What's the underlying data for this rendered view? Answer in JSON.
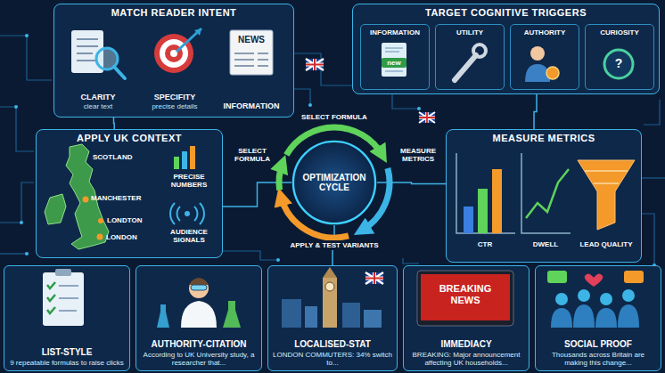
{
  "diagram": {
    "nodes": [
      {
        "text": [
          "MATCH READER INTENT"
        ]
      },
      {
        "text": [
          "CLARITY",
          "clear text"
        ],
        "in": 0
      },
      {
        "text": [
          "SPECIFITY",
          "precise details"
        ],
        "in": 0
      },
      {
        "text": [
          "INFORMATION"
        ],
        "in": 0
      },
      {
        "text": [
          "TARGET COGNITIVE TRIGGERS"
        ]
      },
      {
        "text": [
          "INFORMATION"
        ],
        "in": 4
      },
      {
        "text": [
          "UTILITY"
        ],
        "in": 4
      },
      {
        "text": [
          "AUTHORITY"
        ],
        "in": 4
      },
      {
        "text": [
          "CURIOSITY"
        ],
        "in": 4
      },
      {
        "text": [
          "APPLY UK CONTEXT"
        ]
      },
      {
        "text": [
          "OPTIMIZATION CYCLE"
        ]
      },
      {
        "text": [
          "MEASURE METRICS"
        ]
      },
      {
        "text": [
          "LIST-STYLE",
          "9 repeatable formulas to raise clicks"
        ]
      },
      {
        "text": [
          "AUTHORITY-CITATION",
          "According to UK University study, a researcher that..."
        ]
      },
      {
        "text": [
          "LOCALISED-STAT",
          "LONDON COMMUTERS: 34% switch to..."
        ]
      },
      {
        "text": [
          "IMMEDIACY",
          "BREAKING: Major announcement affecting UK households..."
        ]
      },
      {
        "text": [
          "SOCIAL PROOF",
          "Thousands across Britain are making this change..."
        ]
      }
    ],
    "edges": [
      {
        "from": 0,
        "to": 9,
        "arrow": "none"
      },
      {
        "from": 9,
        "to": 10,
        "arrow": "none"
      },
      {
        "from": 10,
        "to": 11,
        "arrow": "none"
      },
      {
        "from": 4,
        "to": 11,
        "arrow": "none"
      },
      {
        "from": 10,
        "to": 14,
        "arrow": "none"
      }
    ],
    "labels": [
      "NEWS",
      "new",
      "?",
      "SCOTLAND",
      "MANCHESTER",
      "LONDTON",
      "LONDON",
      "PRECISE NUMBERS",
      "AUDIENCE SIGNALS",
      "SELECT FORMULA",
      "SELECT FORMULA",
      "MEASURE METRICS",
      "APPLY & TEST VARIANTS",
      "CTR",
      "DWELL",
      "LEAD QUALITY",
      "BREAKING NEWS"
    ]
  }
}
